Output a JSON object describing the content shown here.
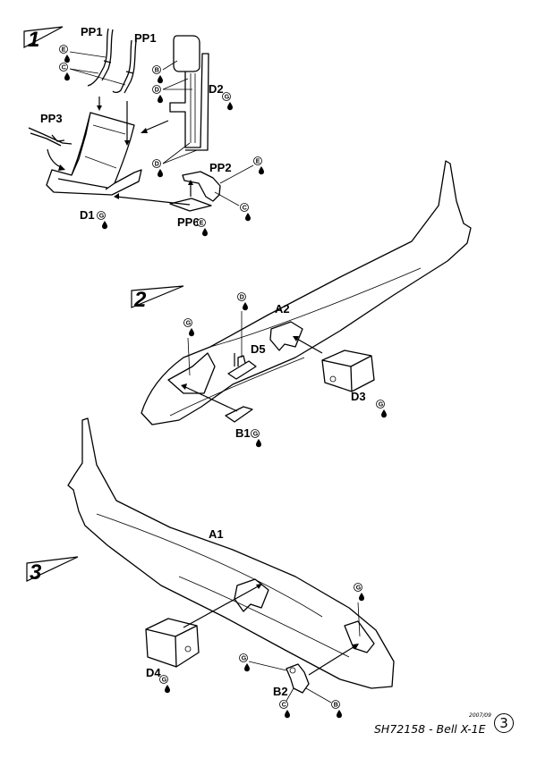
{
  "steps": {
    "s1": "1",
    "s2": "2",
    "s3": "3"
  },
  "parts": {
    "pp1a": "PP1",
    "pp1b": "PP1",
    "pp3": "PP3",
    "d2": "D2",
    "pp2": "PP2",
    "pp6": "PP6",
    "d1": "D1",
    "a2": "A2",
    "d5": "D5",
    "d3": "D3",
    "b1": "B1",
    "a1": "A1",
    "d4": "D4",
    "b2": "B2"
  },
  "paint": {
    "b": "B",
    "c": "C",
    "d": "D",
    "e": "E",
    "g": "G"
  },
  "footer": {
    "title": "SH72158 - Bell X-1E",
    "date": "2007/09",
    "page": "3"
  }
}
